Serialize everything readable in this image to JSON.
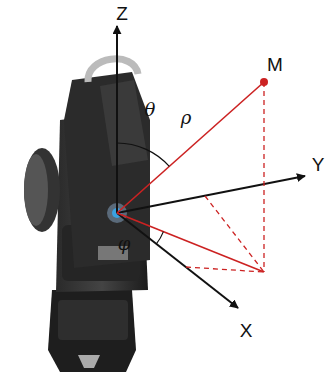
{
  "diagram": {
    "labels": [
      "Z",
      "M",
      "θ",
      "ρ",
      "Y",
      "φ",
      "X"
    ]
  }
}
